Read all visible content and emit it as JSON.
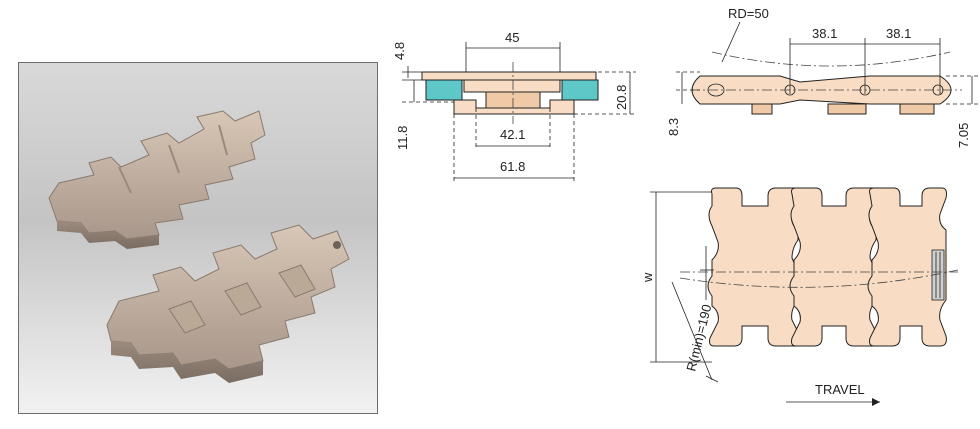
{
  "photo": {
    "icon": "chain-photo-icon"
  },
  "cross_section": {
    "dim_top_thickness": "4.8",
    "dim_top_width": "45",
    "dim_height": "20.8",
    "dim_body": "11.8",
    "dim_inner_width": "42.1",
    "dim_total_width": "61.8"
  },
  "side_view": {
    "dim_bend_radius": "RD=50",
    "dim_pitch_1": "38.1",
    "dim_pitch_2": "38.1",
    "dim_pin_height": "8.3",
    "dim_right": "7.05"
  },
  "plan_view": {
    "dim_width": "w",
    "dim_radius": "R(min)=190",
    "travel_label": "TRAVEL"
  },
  "colors": {
    "part": "#f8dcc3",
    "insert": "#5ec7c7"
  }
}
